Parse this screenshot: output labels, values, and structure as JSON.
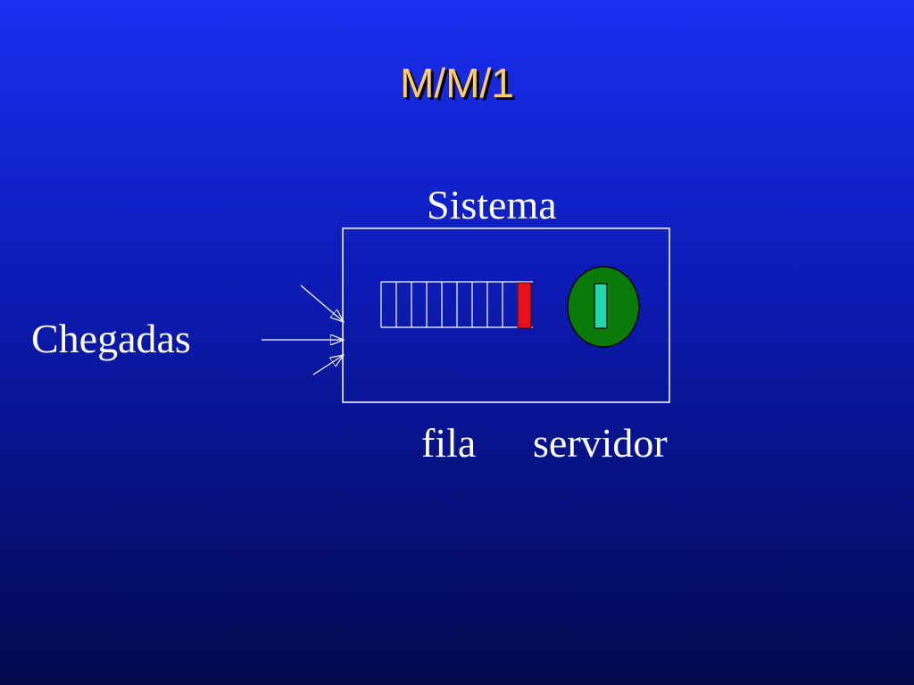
{
  "slide": {
    "title": "M/M/1"
  },
  "diagram": {
    "system_label": "Sistema",
    "arrivals_label": "Chegadas",
    "queue_label": "fila",
    "server_label": "servidor"
  },
  "colors": {
    "background_top": "#1a2ff0",
    "background_bottom": "#030a4e",
    "title": "#ffcc66",
    "text": "#ffffff",
    "queue_customer": "#e8101c",
    "server_body": "#0a7a0a",
    "server_customer": "#22d6b0"
  },
  "icons": {
    "arrival": "arrow-icon",
    "server": "server-icon"
  }
}
